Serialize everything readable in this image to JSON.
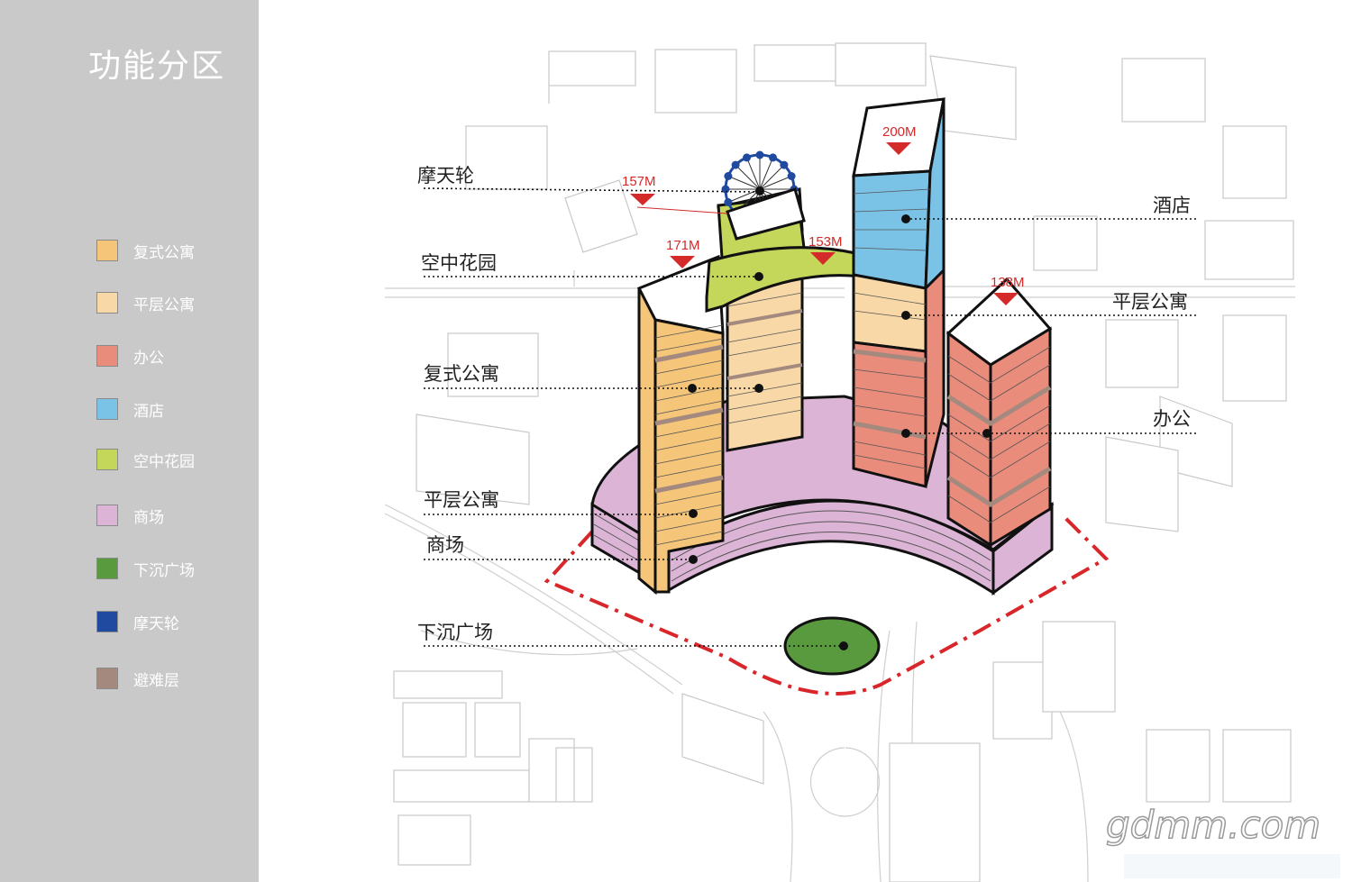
{
  "title": "功能分区",
  "legend": [
    {
      "label": "复式公寓",
      "color": "#f5c67a"
    },
    {
      "label": "平层公寓",
      "color": "#f9d8a8"
    },
    {
      "label": "办公",
      "color": "#ea8c7c"
    },
    {
      "label": "酒店",
      "color": "#7bc3e6"
    },
    {
      "label": "空中花园",
      "color": "#c4d75b"
    },
    {
      "label": "商场",
      "color": "#dcb5d6"
    },
    {
      "label": "下沉广场",
      "color": "#5a9a3e"
    },
    {
      "label": "摩天轮",
      "color": "#1f4aa0"
    },
    {
      "label": "避难层",
      "color": "#a48a7e"
    }
  ],
  "callouts": {
    "left": [
      "摩天轮",
      "空中花园",
      "复式公寓",
      "平层公寓",
      "商场",
      "下沉广场"
    ],
    "right": [
      "酒店",
      "平层公寓",
      "办公"
    ]
  },
  "heights": [
    "157M",
    "171M",
    "153M",
    "200M",
    "138M"
  ],
  "watermark": "gdmm.com"
}
